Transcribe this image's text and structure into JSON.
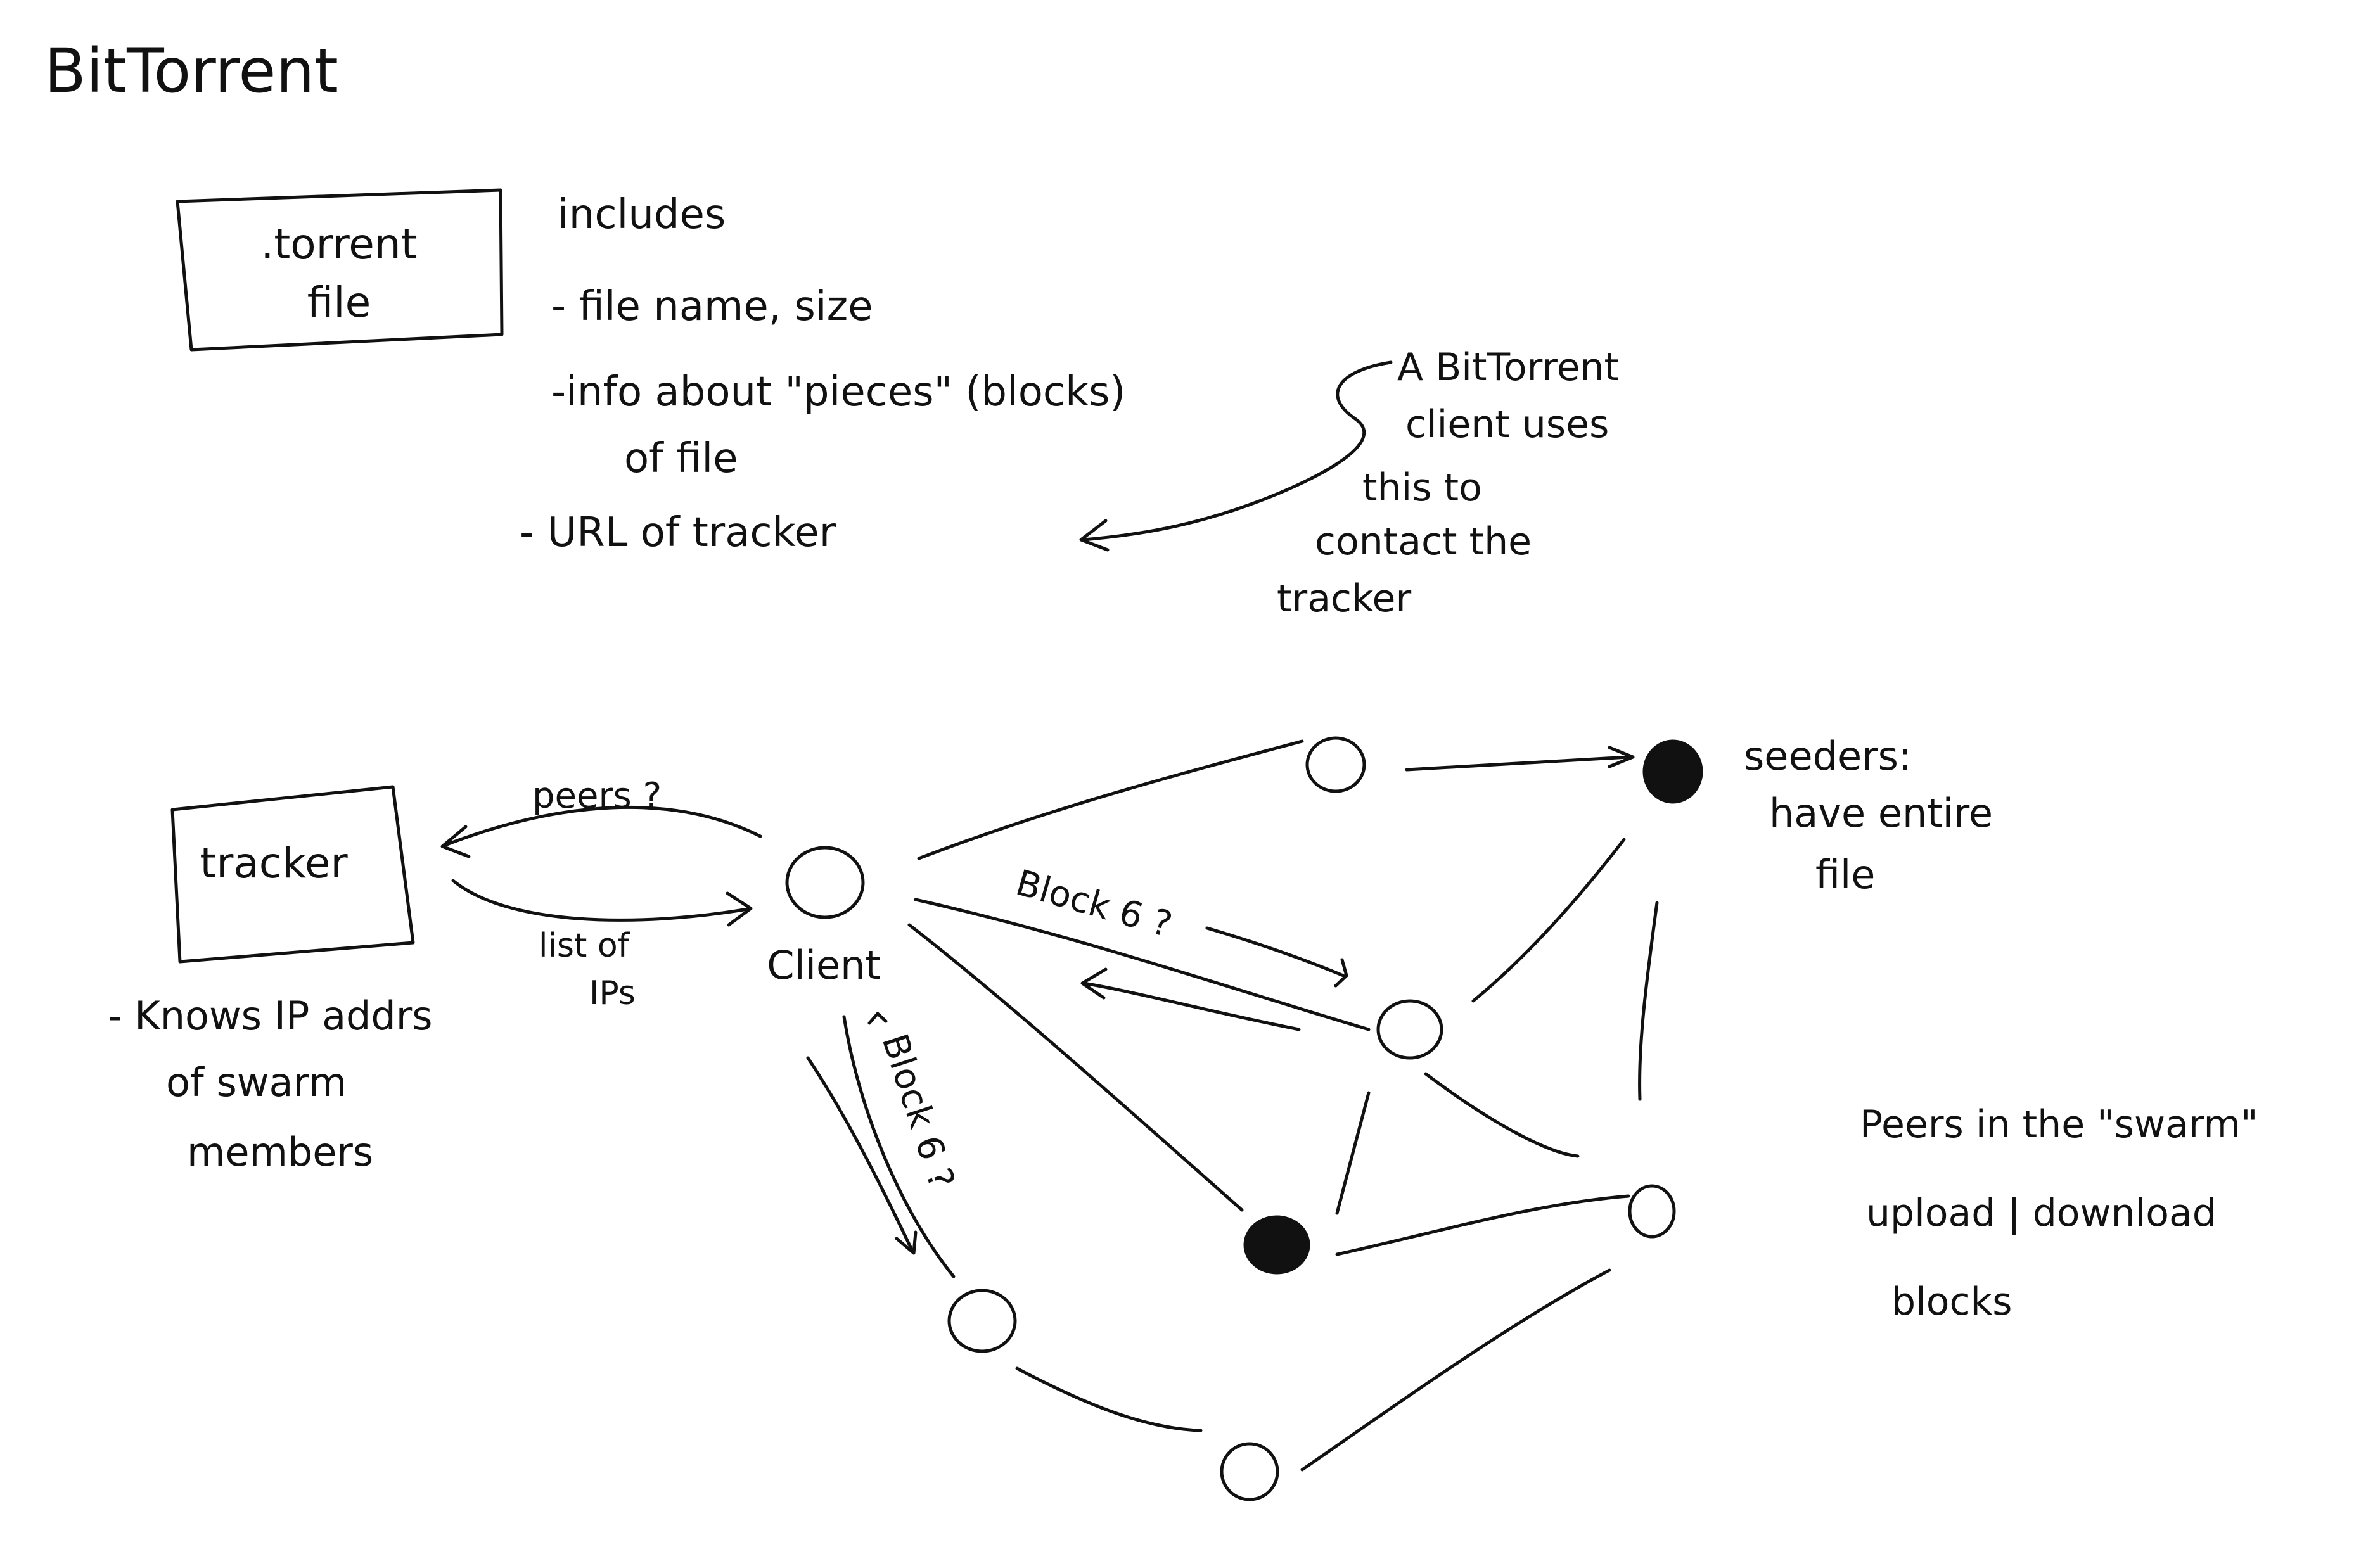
{
  "title": "BitTorrent",
  "torrent_box": {
    "line1": ".torrent",
    "line2": "file"
  },
  "includes": {
    "heading": "includes",
    "item1": "- file name, size",
    "item2_line1": "-info about \"pieces\" (blocks)",
    "item2_line2": "of file",
    "item3": "- URL of tracker"
  },
  "client_note": {
    "line1": "A BitTorrent",
    "line2": "client uses",
    "line3": "this to",
    "line4": "contact the",
    "line5": "tracker"
  },
  "tracker": {
    "label": "tracker",
    "note_line1": "- Knows IP addrs",
    "note_line2": "of swarm",
    "note_line3": "members"
  },
  "edges": {
    "peers_query": "peers ?",
    "list_line1": "list of",
    "list_line2": "IPs",
    "block_right": "Block 6 ?",
    "block_down": "Block 6 ?"
  },
  "client_label": "Client",
  "seeders": {
    "line1": "seeders:",
    "line2": "have entire",
    "line3": "file"
  },
  "swarm_note": {
    "line1": "Peers in the \"swarm\"",
    "line2": "upload | download",
    "line3": "blocks"
  },
  "colors": {
    "ink": "#111111",
    "paper": "#ffffff"
  }
}
